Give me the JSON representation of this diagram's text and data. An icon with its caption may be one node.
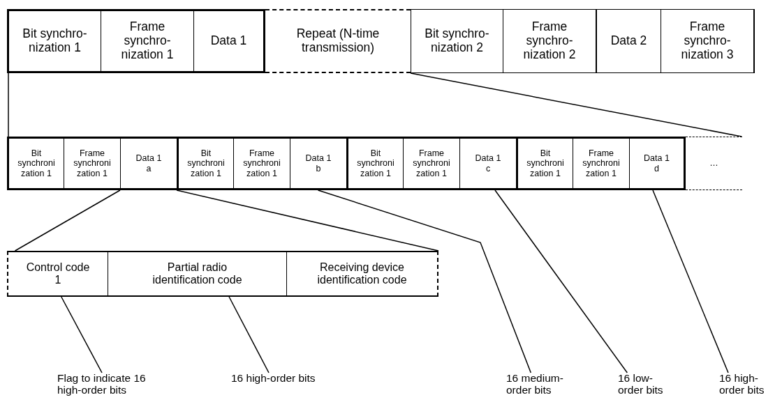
{
  "diagram": {
    "nodes": [
      {
        "text": [
          "Bit synchro- nization 1"
        ]
      },
      {
        "text": [
          "Frame synchro- nization 1"
        ]
      },
      {
        "text": [
          "Data 1"
        ]
      },
      {
        "text": [
          "Repeat (N-time transmission)"
        ]
      },
      {
        "text": [
          "Bit synchro- nization 2"
        ]
      },
      {
        "text": [
          "Frame synchro- nization 2"
        ]
      },
      {
        "text": [
          "Data 2"
        ]
      },
      {
        "text": [
          "Frame synchro- nization 3"
        ]
      },
      {
        "text": [
          "Bit synchroni zation 1"
        ]
      },
      {
        "text": [
          "Frame synchroni zation 1"
        ]
      },
      {
        "text": [
          "Data 1 a"
        ]
      },
      {
        "text": [
          "Bit synchroni zation 1"
        ]
      },
      {
        "text": [
          "Frame synchroni zation 1"
        ]
      },
      {
        "text": [
          "Data 1 b"
        ]
      },
      {
        "text": [
          "Bit synchroni zation 1"
        ]
      },
      {
        "text": [
          "Frame synchroni zation 1"
        ]
      },
      {
        "text": [
          "Data 1 c"
        ]
      },
      {
        "text": [
          "Bit synchroni zation 1"
        ]
      },
      {
        "text": [
          "Frame synchroni zation 1"
        ]
      },
      {
        "text": [
          "Data 1 d"
        ]
      },
      {
        "text": [
          "…"
        ]
      },
      {
        "text": [
          "Control code 1"
        ]
      },
      {
        "text": [
          "Partial radio identification code"
        ]
      },
      {
        "text": [
          "Receiving device identification code"
        ]
      },
      {
        "text": [
          "Flag to indicate 16 high-order bits"
        ]
      },
      {
        "text": [
          "16 high-order bits"
        ]
      },
      {
        "text": [
          "16 medium- order bits"
        ]
      },
      {
        "text": [
          "16 low- order bits"
        ]
      },
      {
        "text": [
          "16 high- order bits"
        ]
      }
    ],
    "edges": [
      {
        "from": 0,
        "to": 8,
        "arrow": "none"
      },
      {
        "from": 4,
        "to": 20,
        "arrow": "none"
      },
      {
        "from": 10,
        "to": 21,
        "arrow": "none"
      },
      {
        "from": 10,
        "to": 23,
        "arrow": "none"
      },
      {
        "from": 13,
        "to": 26,
        "arrow": "none"
      },
      {
        "from": 16,
        "to": 27,
        "arrow": "none"
      },
      {
        "from": 19,
        "to": 28,
        "arrow": "none"
      },
      {
        "from": 21,
        "to": 24,
        "arrow": "none"
      },
      {
        "from": 22,
        "to": 25,
        "arrow": "none"
      }
    ]
  }
}
